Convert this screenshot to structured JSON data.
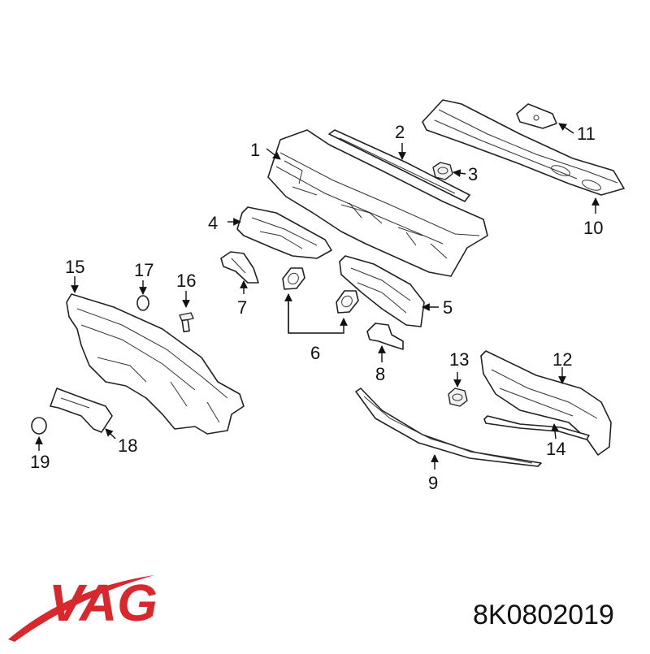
{
  "colors": {
    "logo": "#d8282d",
    "ink": "#222222"
  },
  "logo": {
    "text": "VAG"
  },
  "part_number": "8K0802019",
  "callouts": [
    "1",
    "2",
    "3",
    "4",
    "5",
    "6",
    "7",
    "8",
    "9",
    "10",
    "11",
    "12",
    "13",
    "14",
    "15",
    "16",
    "17",
    "18",
    "19"
  ]
}
